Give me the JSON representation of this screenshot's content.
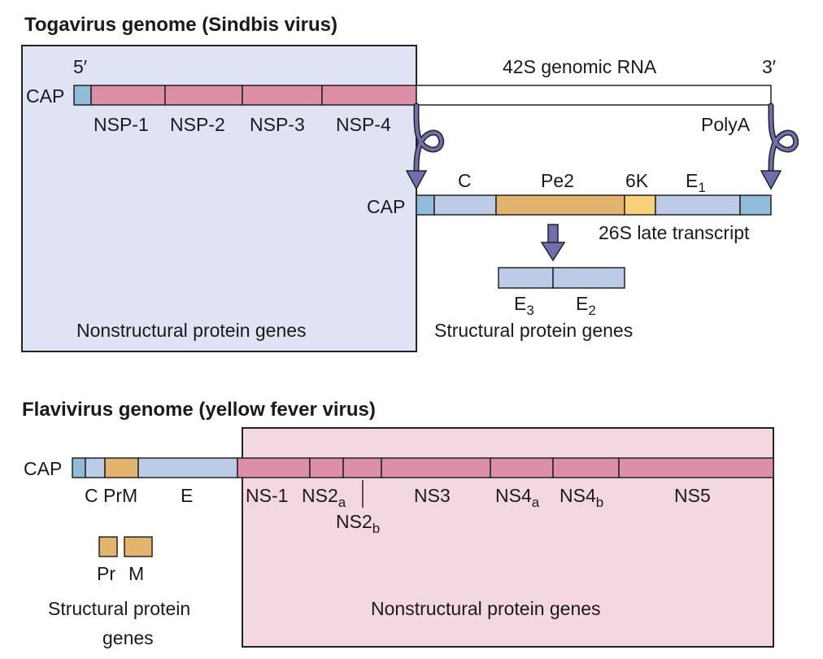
{
  "toga": {
    "title": "Togavirus genome (Sindbis virus)",
    "five_prime": "5′",
    "three_prime": "3′",
    "genomic_rna": "42S genomic RNA",
    "cap": "CAP",
    "nsp1": "NSP-1",
    "nsp2": "NSP-2",
    "nsp3": "NSP-3",
    "nsp4": "NSP-4",
    "polya": "PolyA",
    "cap2": "CAP",
    "c": "C",
    "pe2": "Pe2",
    "k6": "6K",
    "e1_base": "E",
    "e1_sub": "1",
    "late_transcript": "26S late transcript",
    "e3_base": "E",
    "e3_sub": "3",
    "e2_base": "E",
    "e2_sub": "2",
    "nonstructural": "Nonstructural protein genes",
    "structural": "Structural protein genes"
  },
  "flavi": {
    "title": "Flavivirus genome (yellow fever virus)",
    "cap": "CAP",
    "c_prm": "C PrM",
    "e": "E",
    "ns1": "NS-1",
    "ns2a_base": "NS2",
    "ns2a_sub": "a",
    "ns2b_base": "NS2",
    "ns2b_sub": "b",
    "ns3": "NS3",
    "ns4a_base": "NS4",
    "ns4a_sub": "a",
    "ns4b_base": "NS4",
    "ns4b_sub": "b",
    "ns5": "NS5",
    "pr": "Pr",
    "m": "M",
    "structural_line1": "Structural protein",
    "structural_line2": "genes",
    "nonstructural": "Nonstructural protein genes"
  },
  "colors": {
    "cap_blue": "#8fbcd8",
    "nsp_pink": "#dc8fa6",
    "structural_lavender": "#bccbe6",
    "pe2_orange": "#e3b46e",
    "k6_yellow": "#f7d078",
    "toga_panel": "#dfe3f4",
    "flavi_panel": "#f3d8e0",
    "arrow_purple": "#6f6fae"
  }
}
